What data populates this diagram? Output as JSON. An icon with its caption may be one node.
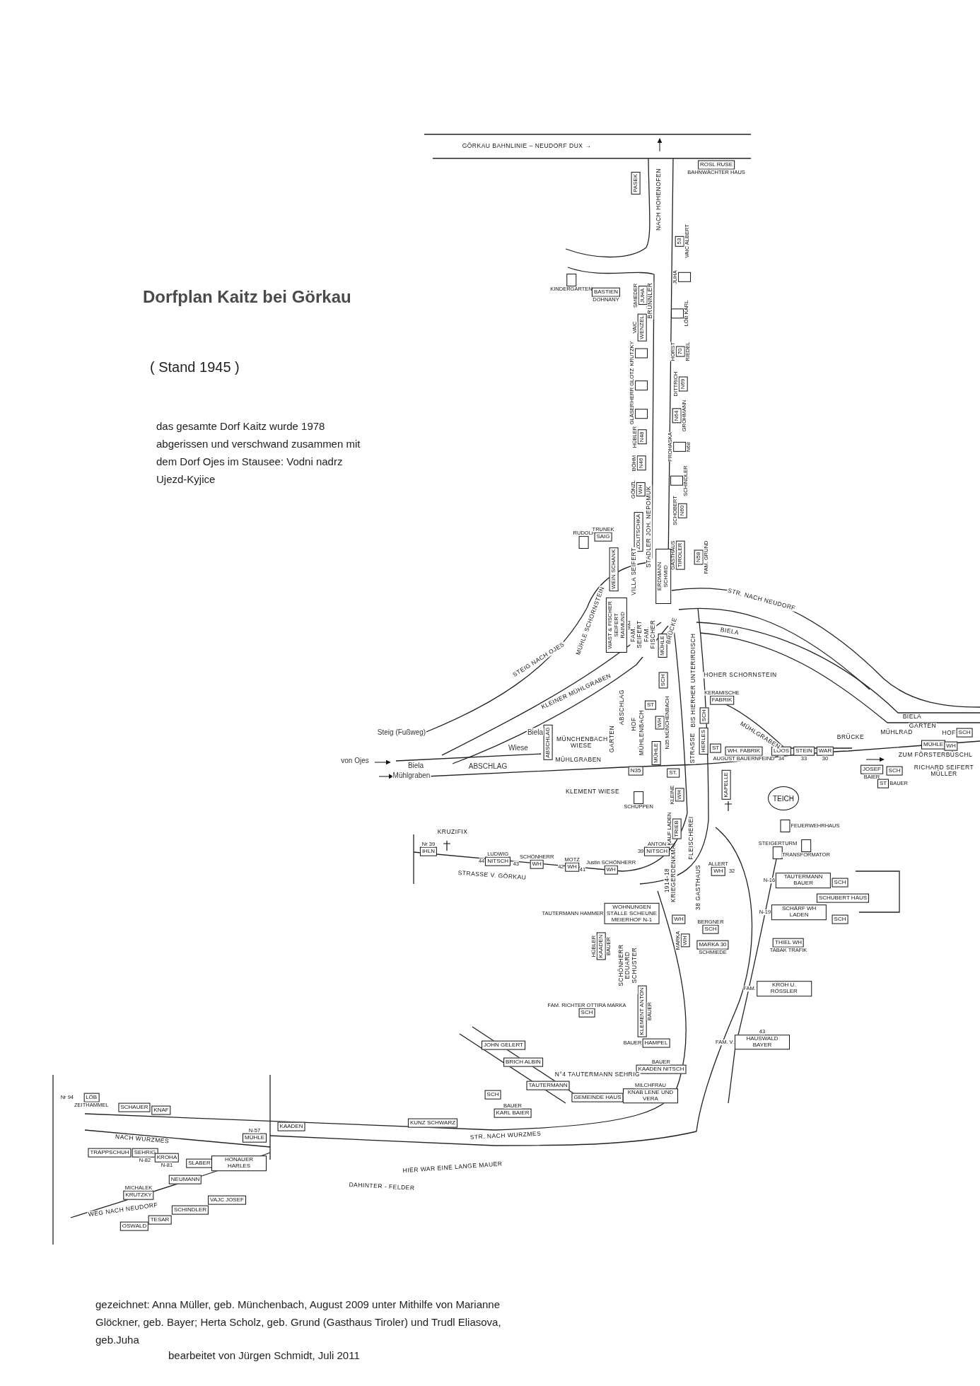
{
  "diagram": {
    "title": "Dorfplan Kaitz bei Görkau",
    "caption": "gezeichnet: Anna Müller, geb. Münchenbach, August 2009 unter Mithilfe von Marianne Glöckner, geb. Bayer; Herta Scholz, geb. Grund (Gasthaus Tiroler) und Trudl Eliasova, geb.Juha",
    "nodes": [
      {
        "text": [
          "ROSL RUSE"
        ],
        "beside": [
          "BAHNWÄCHTER HAUS"
        ]
      },
      {
        "text": [
          "PASEK"
        ]
      },
      {
        "text": [
          "53"
        ],
        "beside": [
          "VAIC ALBERT"
        ]
      },
      {
        "text": [],
        "shape": "box",
        "beside": [
          "KINDERGARTEN"
        ]
      },
      {
        "text": [
          "BASTIEN"
        ],
        "beside": [
          "DOHNANY"
        ]
      },
      {
        "text": [
          "JUHA"
        ],
        "beside": [
          "SMIEDER"
        ]
      },
      {
        "text": [],
        "shape": "box",
        "beside": [
          "JUHA"
        ]
      },
      {
        "text": [
          "WENZEL"
        ],
        "beside": [
          "VAIC"
        ]
      },
      {
        "text": [],
        "shape": "box",
        "beside": [
          "LÖB KARL"
        ]
      },
      {
        "text": [],
        "shape": "box",
        "beside": [
          "KRUTZKY"
        ]
      },
      {
        "text": [
          "70"
        ],
        "beside": [
          "HORST",
          "RIEDEL"
        ]
      },
      {
        "text": [],
        "shape": "box",
        "beside": [
          "HERR GLOTZ"
        ]
      },
      {
        "text": [
          "N69"
        ],
        "beside": [
          "DITTRICH"
        ]
      },
      {
        "text": [],
        "shape": "box",
        "beside": [
          "GLÄSER"
        ]
      },
      {
        "text": [
          "N64"
        ],
        "beside": [
          "GROHMANN"
        ]
      },
      {
        "text": [
          "N48"
        ],
        "beside": [
          "HÜBLER"
        ]
      },
      {
        "text": [],
        "shape": "box",
        "beside": [
          "PROHASKA",
          "N68"
        ]
      },
      {
        "text": [
          "N46"
        ],
        "beside": [
          "BÖHM"
        ]
      },
      {
        "text": [],
        "shape": "box",
        "beside": [
          "SCHINDLER"
        ]
      },
      {
        "text": [
          "WH"
        ],
        "beside": [
          "GÖNZL"
        ]
      },
      {
        "text": [
          "N60"
        ],
        "beside": [
          "SCHOBERT"
        ]
      },
      {
        "text": [],
        "shape": "box",
        "beside": [
          "RUDOLF"
        ]
      },
      {
        "text": [
          "SAIG"
        ],
        "beside": [
          "TRUNEK"
        ]
      },
      {
        "text": [
          "ZOLITSCHKA"
        ]
      },
      {
        "text": [
          "TIROLER"
        ],
        "beside": [
          "GASTHAUS"
        ]
      },
      {
        "text": [
          "N58"
        ],
        "beside": [
          "FAM. GRUND"
        ]
      },
      {
        "text": [
          "WEIN SCHANK"
        ]
      },
      {
        "text": [
          "ERDMANN SCHMID"
        ]
      },
      {
        "text": [
          "WAST & FISCHER SEIFERT RAIMUND"
        ],
        "beside": [
          "WH"
        ]
      },
      {
        "text": [
          "MÜHLE"
        ]
      },
      {
        "text": [
          "SCH"
        ]
      },
      {
        "text": [
          "ST"
        ]
      },
      {
        "text": [
          "WH"
        ],
        "beside": [
          "N35 MÜNCHENBACH"
        ]
      },
      {
        "text": [
          "MÜHLE"
        ]
      },
      {
        "text": [
          "ABSCHLAG"
        ]
      },
      {
        "text": [],
        "shape": "box",
        "beside": [
          "SCHUPPEN"
        ]
      },
      {
        "text": [
          "N35"
        ]
      },
      {
        "text": [
          "ST."
        ]
      },
      {
        "text": [
          "WH"
        ],
        "beside": [
          "KLEINE"
        ]
      },
      {
        "text": [
          "TRIEB"
        ],
        "beside": [
          "KAUF LADEN"
        ]
      },
      {
        "text": [
          "SCH"
        ]
      },
      {
        "text": [
          "HERLES"
        ]
      },
      {
        "text": [
          "ST"
        ]
      },
      {
        "text": [
          "FABRIK"
        ],
        "beside": [
          "KERAMISCHE"
        ]
      },
      {
        "text": [
          "WH. FABRIK"
        ],
        "beside": [
          "AUGUST BAUERNFEIND"
        ]
      },
      {
        "text": [
          "LOOS"
        ],
        "beside": [
          "34"
        ]
      },
      {
        "text": [
          "STEIN"
        ],
        "beside": [
          "33"
        ]
      },
      {
        "text": [
          "WAR"
        ],
        "beside": [
          "30"
        ]
      },
      {
        "text": [
          "KAPELLE"
        ]
      },
      {
        "text": [
          "TEICH"
        ]
      },
      {
        "text": [
          "MÜHLE"
        ]
      },
      {
        "text": [
          "WH"
        ]
      },
      {
        "text": [
          "SCH"
        ]
      },
      {
        "text": [
          "JOSEF"
        ],
        "beside": [
          "BAIER"
        ]
      },
      {
        "text": [
          "SCH"
        ]
      },
      {
        "text": [
          "ST"
        ],
        "beside": [
          "BAUER"
        ]
      },
      {
        "text": [],
        "shape": "box",
        "beside": [
          "FEUERWEHRHAUS"
        ]
      },
      {
        "text": [],
        "shape": "box",
        "beside": [
          "STEIGERTURM"
        ]
      },
      {
        "text": [],
        "shape": "box",
        "beside": [
          "TRANSFORMATOR"
        ]
      },
      {
        "text": [
          "TAUTERMANN BAUER"
        ],
        "beside": [
          "N-16"
        ]
      },
      {
        "text": [
          "SCH"
        ]
      },
      {
        "text": [
          "SCHÄRF WH LADEN"
        ],
        "beside": [
          "N-19"
        ]
      },
      {
        "text": [
          "SCHUBERT HAUS"
        ]
      },
      {
        "text": [
          "SCH"
        ]
      },
      {
        "text": [
          "THIEL WH"
        ],
        "beside": [
          "TABAK TRAFIK"
        ]
      },
      {
        "text": [
          "KROH U. RÖSSLER"
        ],
        "beside": [
          "FAM."
        ]
      },
      {
        "text": [
          "HAUSWALD BAYER"
        ],
        "beside": [
          "FAM. V.",
          "43"
        ]
      },
      {
        "text": [
          "IHLN"
        ],
        "beside": [
          "Nr 39"
        ]
      },
      {
        "text": [
          "NITSCH"
        ],
        "beside": [
          "LUDWIG",
          "44"
        ]
      },
      {
        "text": [
          "WH"
        ],
        "beside": [
          "SCHÖNHERR",
          "43"
        ]
      },
      {
        "text": [
          "WH"
        ],
        "beside": [
          "MOTZ",
          "42"
        ]
      },
      {
        "text": [
          "WH"
        ],
        "beside": [
          "Justin SCHÖNHERR",
          "41"
        ]
      },
      {
        "text": [
          "NITSCH"
        ],
        "beside": [
          "ANTON",
          "39"
        ]
      },
      {
        "text": [
          "WH"
        ],
        "beside": [
          "ALLERT",
          "32"
        ]
      },
      {
        "text": [
          "WOHNUNGEN STÄLLE SCHEUNE MEIERHOF N-1"
        ],
        "beside": [
          "TAUTERMANN HAMMER"
        ]
      },
      {
        "text": [
          "WH"
        ]
      },
      {
        "text": [
          "SCH"
        ],
        "beside": [
          "BERGNER"
        ]
      },
      {
        "text": [
          "WH"
        ],
        "beside": [
          "MARKA"
        ]
      },
      {
        "text": [
          "MARKA 30"
        ],
        "beside": [
          "SCHMIEDE"
        ]
      },
      {
        "text": [
          "KAADEN"
        ],
        "beside": [
          "HÜBLER",
          "BAUER"
        ]
      },
      {
        "text": [
          "SCH"
        ],
        "beside": [
          "FAM. RICHTER OTTIRA MARKA"
        ]
      },
      {
        "text": [
          "KLEMENT ANTON"
        ],
        "beside": [
          "BAUER"
        ]
      },
      {
        "text": [
          "HAMPEL"
        ],
        "beside": [
          "BAUER"
        ]
      },
      {
        "text": [
          "KAADEN NITSCH"
        ],
        "beside": [
          "BAUER"
        ]
      },
      {
        "text": [
          "KNAB LENE UND VERA"
        ],
        "beside": [
          "MILCHFRAU"
        ]
      },
      {
        "text": [
          "GEMEINDE HAUS"
        ]
      },
      {
        "text": [
          "TAUTERMANN"
        ]
      },
      {
        "text": [
          "BRICH ALBIN"
        ]
      },
      {
        "text": [
          "JOHN GELERT"
        ]
      },
      {
        "text": [
          "LÖB"
        ],
        "beside": [
          "Nr 94",
          "ZEITHAMMEL"
        ]
      },
      {
        "text": [
          "SCHAUER"
        ]
      },
      {
        "text": [
          "KNAF"
        ]
      },
      {
        "text": [
          "TRAPPSCHUH"
        ]
      },
      {
        "text": [
          "SEHRIG"
        ],
        "beside": [
          "N-82"
        ]
      },
      {
        "text": [
          "KROHA"
        ],
        "beside": [
          "N-81"
        ]
      },
      {
        "text": [
          "SLABER"
        ]
      },
      {
        "text": [
          "HONAUER HARLES"
        ]
      },
      {
        "text": [
          "KRUTZKY"
        ],
        "beside": [
          "MICHALEK"
        ]
      },
      {
        "text": [
          "NEUMANN"
        ]
      },
      {
        "text": [
          "OSWALD"
        ]
      },
      {
        "text": [
          "TESAR"
        ]
      },
      {
        "text": [
          "SCHINDLER"
        ]
      },
      {
        "text": [
          "VAJC JOSEF"
        ]
      },
      {
        "text": [
          "MÜHLE"
        ],
        "beside": [
          "N-57"
        ]
      },
      {
        "text": [
          "KAADEN"
        ]
      },
      {
        "text": [
          "KUNZ SCHWARZ"
        ]
      },
      {
        "text": [
          "SCH"
        ]
      },
      {
        "text": [
          "KARL BAIER"
        ],
        "beside": [
          "BAUER"
        ]
      }
    ],
    "labels": [
      "( Stand 1945 )",
      "das gesamte Dorf Kaitz wurde 1978 abgerissen und verschwand zusammen mit dem Dorf Ojes im Stausee: Vodni nadrz Ujezd-Kyjice",
      "GÖRKAU BAHNLINIE – NEUDORF DUX →",
      "NACH HOHENOFEN",
      "BRÜNNLER",
      "STADLER JOH. NEPOMUK",
      "VILLA SEIFERT",
      "FAM. SEIFERT FAM. FISCHER",
      "MÜHLE SCHORNSTEIN",
      "BRÜCKE",
      "STEIG NACH OJES",
      "KLEINER MÜHLGRABEN",
      "ABSCHLAG",
      "GARTEN",
      "HOF",
      "MÜHLENBACH",
      "MÜNCHENBACH WIESE",
      "Biela",
      "Wiese",
      "Steig (Fußweg)",
      "von Ojes",
      "Biela",
      "Mühlgraben",
      "ABSCHLAG",
      "MÜHLGRABEN",
      "KLEMENT WIESE",
      "STRASSE",
      "BIS HIERHER UNTERIRDISCH",
      "STR. NACH NEUDORF",
      "BIELA",
      "HOHER SCHORNSTEIN",
      "MÜHLGRABEN",
      "BRÜCKE",
      "BIELA",
      "GARTEN",
      "MÜHLRAD",
      "HOF",
      "ZUM FÖRSTERBÜSCHL",
      "RICHARD SEIFERT MÜLLER",
      "KRUZIFIX",
      "STRASSE V. GÖRKAU",
      "1914-18 KRIEGERDENKMAL",
      "FLEISCHEREI",
      "38 GASTHAUS",
      "SCHÖNHERR EDUARD SCHUSTER",
      "N°4 TAUTERMANN SEHRIG",
      "NACH WURZMES",
      "WEG NACH NEUDORF",
      "STR. NACH WURZMES",
      "HIER WAR EINE LANGE MAUER",
      "DAHINTER - FELDER",
      "bearbeitet von Jürgen Schmidt, Juli 2011"
    ]
  }
}
